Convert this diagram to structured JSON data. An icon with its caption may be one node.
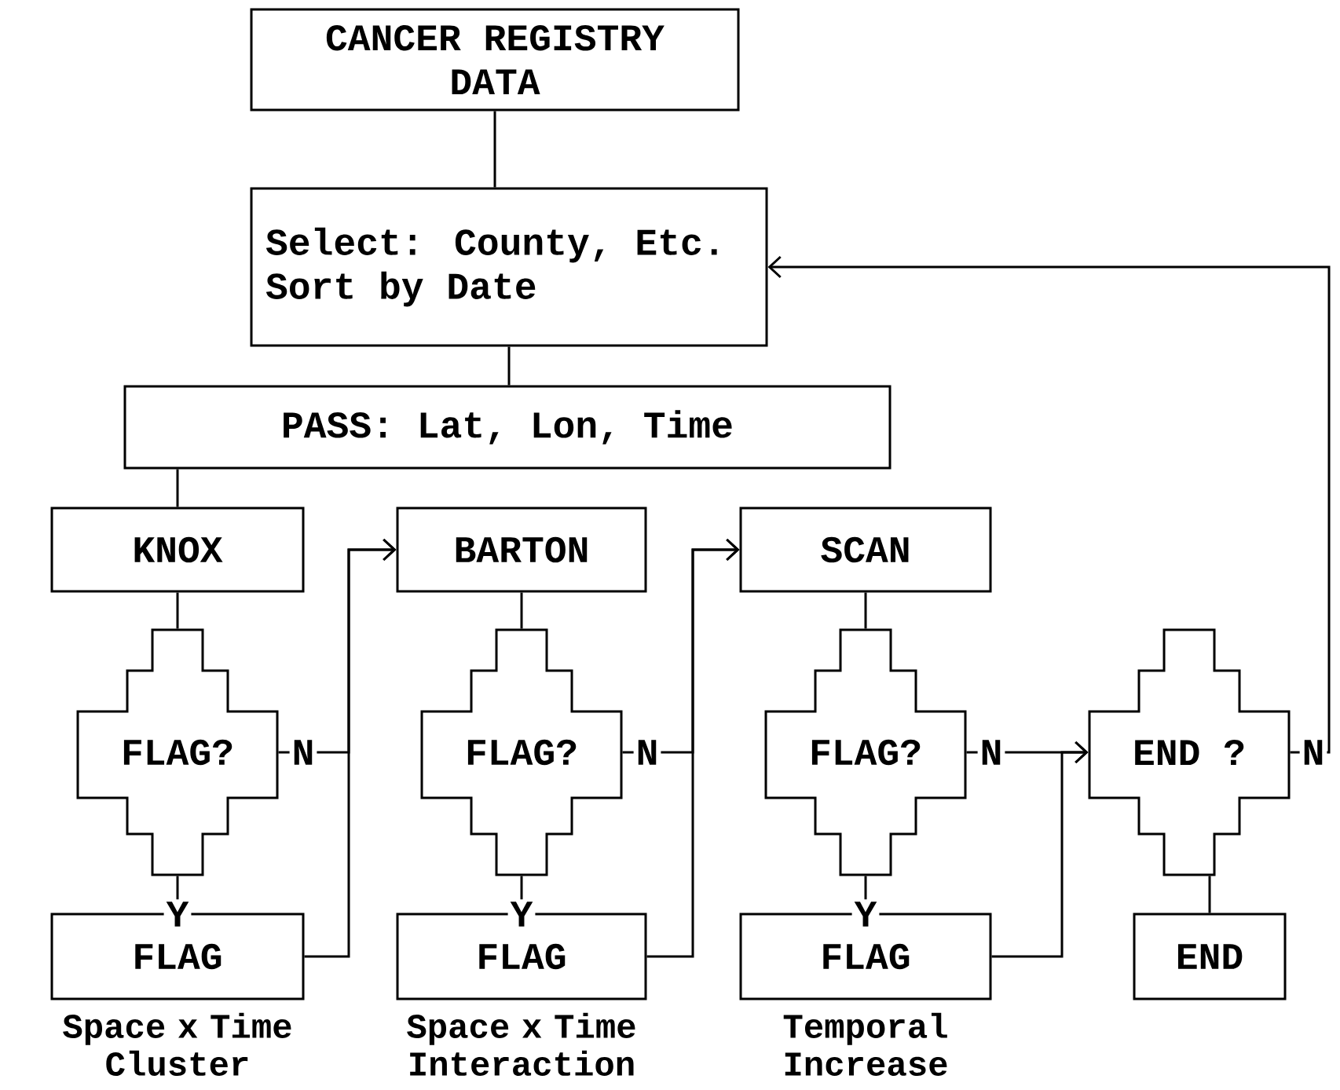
{
  "diagram": {
    "nodes": [
      {
        "text": [
          "CANCER REGISTRY DATA"
        ]
      },
      {
        "text": [
          "Select: County, Etc.",
          "Sort by Date"
        ]
      },
      {
        "text": [
          "PASS: Lat, Lon, Time"
        ]
      },
      {
        "text": [
          "KNOX"
        ]
      },
      {
        "text": [
          "FLAG?"
        ]
      },
      {
        "text": [
          "FLAG"
        ],
        "beside": [
          "Space x Time Cluster"
        ]
      },
      {
        "text": [
          "BARTON"
        ]
      },
      {
        "text": [
          "FLAG?"
        ]
      },
      {
        "text": [
          "FLAG"
        ],
        "beside": [
          "Space x Time Interaction"
        ]
      },
      {
        "text": [
          "SCAN"
        ]
      },
      {
        "text": [
          "FLAG?"
        ]
      },
      {
        "text": [
          "FLAG"
        ],
        "beside": [
          "Temporal Increase"
        ]
      },
      {
        "text": [
          "END ?"
        ]
      },
      {
        "text": [
          "END"
        ]
      }
    ],
    "edges": [
      {
        "from": 0,
        "to": 1,
        "arrow": "none"
      },
      {
        "from": 1,
        "to": 2,
        "arrow": "none"
      },
      {
        "from": 2,
        "to": 3,
        "arrow": "none"
      },
      {
        "from": 3,
        "to": 4,
        "arrow": "none"
      },
      {
        "from": 4,
        "to": 5,
        "arrow": "none",
        "label": "Y"
      },
      {
        "from": 4,
        "to": 6,
        "arrow": "to",
        "label": "N"
      },
      {
        "from": 5,
        "to": 6,
        "arrow": "to"
      },
      {
        "from": 6,
        "to": 7,
        "arrow": "none"
      },
      {
        "from": 7,
        "to": 8,
        "arrow": "none",
        "label": "Y"
      },
      {
        "from": 7,
        "to": 9,
        "arrow": "to",
        "label": "N"
      },
      {
        "from": 8,
        "to": 9,
        "arrow": "to"
      },
      {
        "from": 9,
        "to": 10,
        "arrow": "none"
      },
      {
        "from": 10,
        "to": 11,
        "arrow": "none",
        "label": "Y"
      },
      {
        "from": 10,
        "to": 12,
        "arrow": "to",
        "label": "N"
      },
      {
        "from": 11,
        "to": 12,
        "arrow": "to"
      },
      {
        "from": 12,
        "to": 13,
        "arrow": "none"
      },
      {
        "from": 12,
        "to": 1,
        "arrow": "to",
        "label": "N"
      }
    ]
  }
}
